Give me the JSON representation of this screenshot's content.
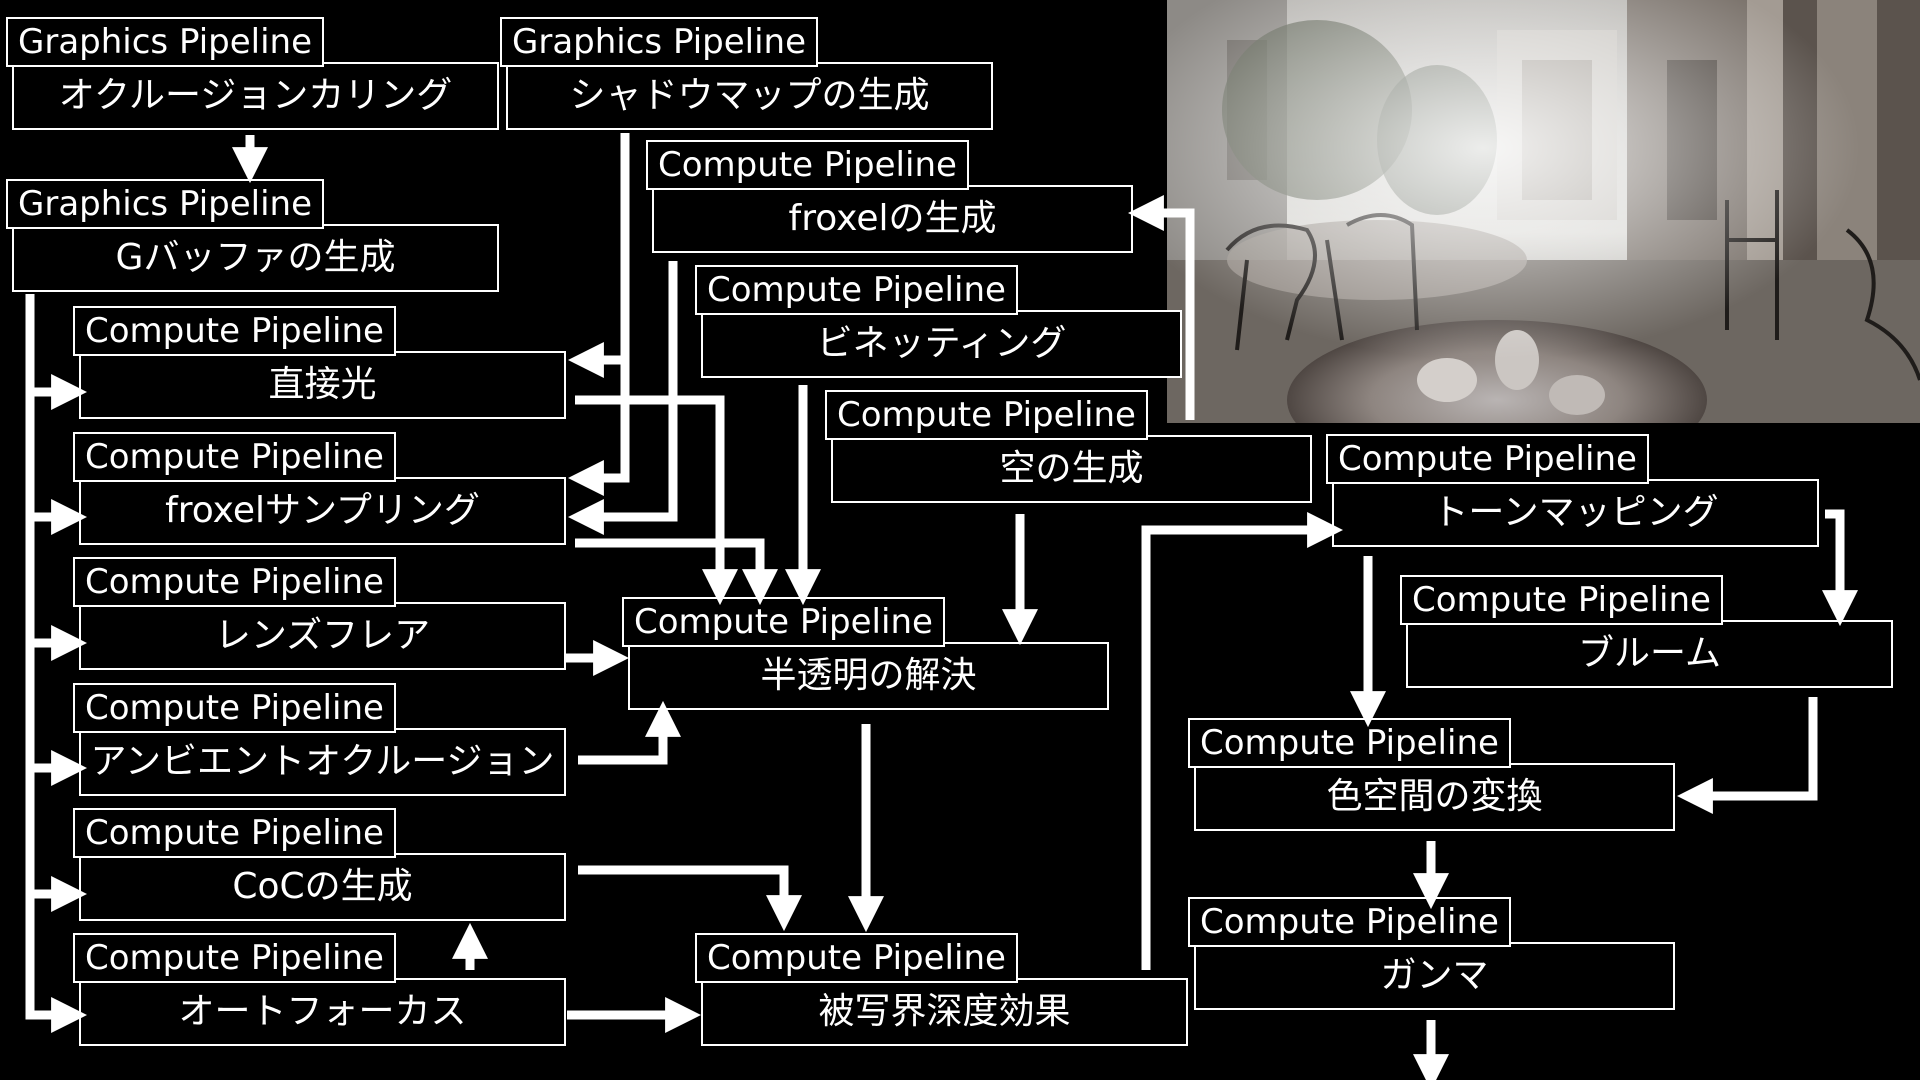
{
  "nodes": {
    "occlusion": {
      "pipeline": "Graphics Pipeline",
      "label": "オクルージョンカリング"
    },
    "shadow": {
      "pipeline": "Graphics Pipeline",
      "label": "シャドウマップの生成"
    },
    "gbuffer": {
      "pipeline": "Graphics Pipeline",
      "label": "Gバッファの生成"
    },
    "froxel_gen": {
      "pipeline": "Compute Pipeline",
      "label": "froxelの生成"
    },
    "vignette": {
      "pipeline": "Compute Pipeline",
      "label": "ビネッティング"
    },
    "direct_light": {
      "pipeline": "Compute Pipeline",
      "label": "直接光"
    },
    "sky": {
      "pipeline": "Compute Pipeline",
      "label": "空の生成"
    },
    "froxel_sampling": {
      "pipeline": "Compute Pipeline",
      "label": "froxelサンプリング"
    },
    "tonemap": {
      "pipeline": "Compute Pipeline",
      "label": "トーンマッピング"
    },
    "lens_flare": {
      "pipeline": "Compute Pipeline",
      "label": "レンズフレア"
    },
    "translucency": {
      "pipeline": "Compute Pipeline",
      "label": "半透明の解決"
    },
    "bloom": {
      "pipeline": "Compute Pipeline",
      "label": "ブルーム"
    },
    "ao": {
      "pipeline": "Compute Pipeline",
      "label": "アンビエントオクルージョン"
    },
    "color_space": {
      "pipeline": "Compute Pipeline",
      "label": "色空間の変換"
    },
    "coc": {
      "pipeline": "Compute Pipeline",
      "label": "CoCの生成"
    },
    "gamma": {
      "pipeline": "Compute Pipeline",
      "label": "ガンマ"
    },
    "autofocus": {
      "pipeline": "Compute Pipeline",
      "label": "オートフォーカス"
    },
    "dof": {
      "pipeline": "Compute Pipeline",
      "label": "被写界深度効果"
    }
  },
  "colors": {
    "background": "#000000",
    "foreground": "#ffffff"
  }
}
